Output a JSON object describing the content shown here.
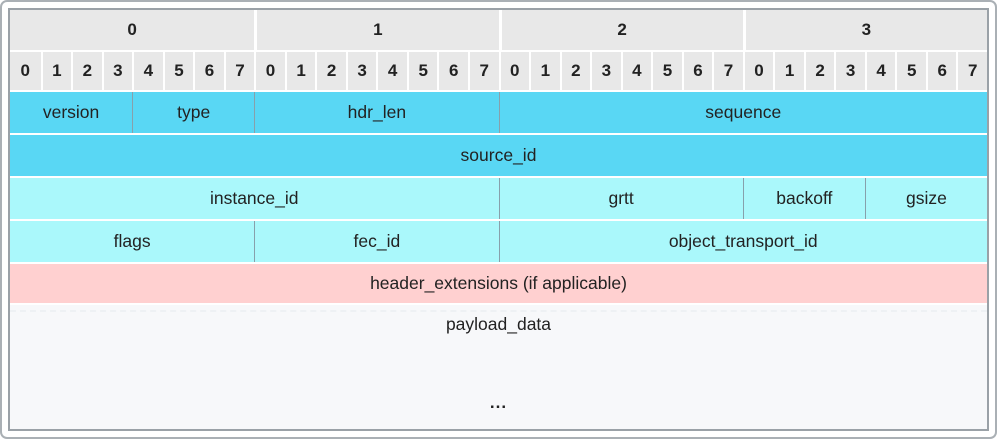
{
  "colors": {
    "dark_cyan": "#59d7f4",
    "light_cyan": "#aaf8fb",
    "pink": "#ffd0d0",
    "header_gray": "#e8e8e8",
    "payload_bg": "#f7f8fa",
    "separator": "#87a0ab",
    "table_border": "#9aa1a7",
    "canvas_border": "#aab0b5",
    "text": "#222222"
  },
  "ruler": {
    "byte_offsets": [
      {
        "label": "0",
        "bits": 8
      },
      {
        "label": "1",
        "bits": 8
      },
      {
        "label": "2",
        "bits": 8
      },
      {
        "label": "3",
        "bits": 8
      }
    ],
    "bit_numbers": [
      "0",
      "1",
      "2",
      "3",
      "4",
      "5",
      "6",
      "7",
      "0",
      "1",
      "2",
      "3",
      "4",
      "5",
      "6",
      "7",
      "0",
      "1",
      "2",
      "3",
      "4",
      "5",
      "6",
      "7",
      "0",
      "1",
      "2",
      "3",
      "4",
      "5",
      "6",
      "7"
    ]
  },
  "rows": [
    {
      "name": "word-0",
      "cells": [
        {
          "label": "version",
          "bits": 4,
          "fill": "dark_cyan"
        },
        {
          "label": "type",
          "bits": 4,
          "fill": "dark_cyan"
        },
        {
          "label": "hdr_len",
          "bits": 8,
          "fill": "dark_cyan"
        },
        {
          "label": "sequence",
          "bits": 16,
          "fill": "dark_cyan"
        }
      ]
    },
    {
      "name": "word-1",
      "cells": [
        {
          "label": "source_id",
          "bits": 32,
          "fill": "dark_cyan"
        }
      ]
    },
    {
      "name": "word-2",
      "cells": [
        {
          "label": "instance_id",
          "bits": 16,
          "fill": "light_cyan"
        },
        {
          "label": "grtt",
          "bits": 8,
          "fill": "light_cyan"
        },
        {
          "label": "backoff",
          "bits": 4,
          "fill": "light_cyan"
        },
        {
          "label": "gsize",
          "bits": 4,
          "fill": "light_cyan"
        }
      ]
    },
    {
      "name": "word-3",
      "cells": [
        {
          "label": "flags",
          "bits": 8,
          "fill": "light_cyan"
        },
        {
          "label": "fec_id",
          "bits": 8,
          "fill": "light_cyan"
        },
        {
          "label": "object_transport_id",
          "bits": 16,
          "fill": "light_cyan"
        }
      ]
    },
    {
      "name": "extensions",
      "ext": true,
      "cells": [
        {
          "label": "header_extensions (if applicable)",
          "bits": 32,
          "fill": "pink"
        }
      ]
    }
  ],
  "payload": {
    "label": "payload_data",
    "ellipsis": "..."
  }
}
